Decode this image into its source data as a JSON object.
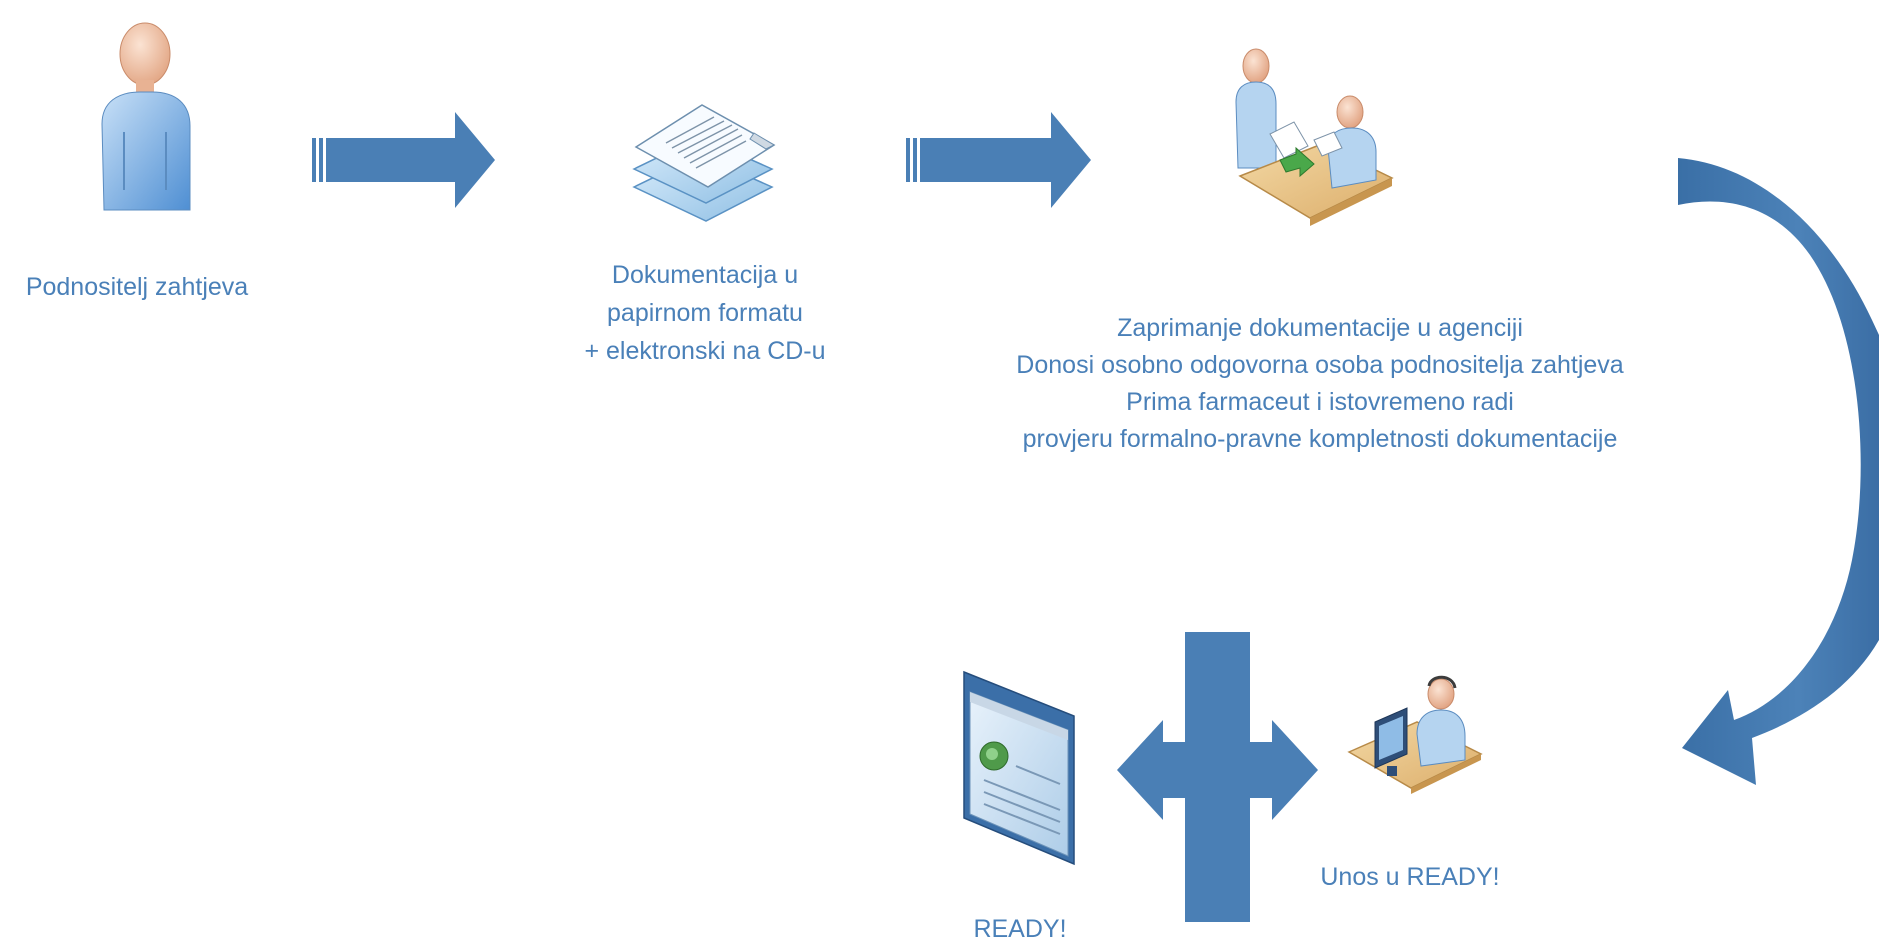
{
  "diagram": {
    "colors": {
      "arrow": "#4a7fb5",
      "arrow_dark": "#2d5e92",
      "text": "#4a80b8"
    },
    "nodes": [
      {
        "id": "applicant",
        "icon": "person-icon",
        "lines": [
          "Podnositelj zahtjeva"
        ]
      },
      {
        "id": "documentation",
        "icon": "document-stack-icon",
        "lines": [
          "Dokumentacija u",
          "papirnom formatu",
          "+ elektronski na CD-u"
        ]
      },
      {
        "id": "reception",
        "icon": "document-handover-icon",
        "lines": [
          "Zaprimanje dokumentacije u agenciji",
          "Donosi osobno odgovorna osoba podnositelja zahtjeva",
          "Prima farmaceut i istovremeno radi",
          "provjeru formalno-pravne kompletnosti dokumentacije"
        ]
      },
      {
        "id": "entry",
        "icon": "operator-computer-icon",
        "lines": [
          "Unos u READY!"
        ]
      },
      {
        "id": "ready",
        "icon": "browser-window-icon",
        "lines": [
          "READY!"
        ]
      }
    ],
    "edges": [
      {
        "from": "applicant",
        "to": "documentation"
      },
      {
        "from": "documentation",
        "to": "reception"
      },
      {
        "from": "reception",
        "to": "entry"
      },
      {
        "from": "entry",
        "to": "ready"
      }
    ]
  }
}
